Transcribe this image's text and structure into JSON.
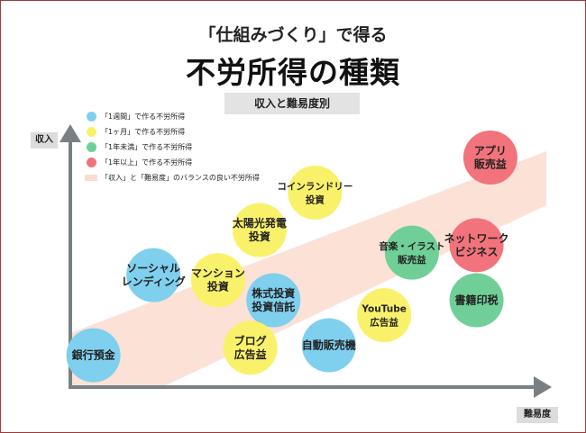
{
  "header": {
    "kicker": "「仕組みづくり」で得る",
    "title": "不労所得の種類",
    "subtitle": "収入と難易度別"
  },
  "axes": {
    "y_label": "収入",
    "x_label": "難易度"
  },
  "legend": [
    {
      "key": "1w",
      "text": "「1週間」で作る不労所得",
      "color": "#7fcfee"
    },
    {
      "key": "1m",
      "text": "「1ヶ月」で作る不労所得",
      "color": "#faf16a"
    },
    {
      "key": "lt1y",
      "text": "「1年未満」で作る不労所得",
      "color": "#6fcf97"
    },
    {
      "key": "ge1y",
      "text": "「1年以上」で作る不労所得",
      "color": "#f2737b"
    },
    {
      "key": "band",
      "text": "「収入」と「難易度」のバランスの良い不労所得",
      "color": "#fbdcd0"
    }
  ],
  "chart_data": {
    "type": "scatter",
    "title": "不労所得の種類",
    "xlabel": "難易度",
    "ylabel": "収入",
    "xlim": [
      0,
      100
    ],
    "ylim": [
      0,
      100
    ],
    "grid": false,
    "legend_position": "top-left",
    "band": {
      "label": "「収入」と「難易度」のバランスの良い不労所得",
      "color": "#fbdcd0"
    },
    "points": [
      {
        "label": "銀行預金",
        "lines": [
          "銀行預金"
        ],
        "x": 5,
        "y": 12,
        "group": "1w"
      },
      {
        "label": "ソーシャルレンディング",
        "lines": [
          "ソーシャル",
          "レンディング"
        ],
        "x": 18,
        "y": 44,
        "group": "1w"
      },
      {
        "label": "マンション投資",
        "lines": [
          "マンション",
          "投資"
        ],
        "x": 32,
        "y": 42,
        "group": "1m"
      },
      {
        "label": "株式投資 投資信託",
        "lines": [
          "株式投資",
          "投資信託"
        ],
        "x": 44,
        "y": 34,
        "group": "1w"
      },
      {
        "label": "ブログ広告益",
        "lines": [
          "ブログ",
          "広告益"
        ],
        "x": 39,
        "y": 15,
        "group": "1m"
      },
      {
        "label": "太陽光発電投資",
        "lines": [
          "太陽光発電",
          "投資"
        ],
        "x": 41,
        "y": 62,
        "group": "1m"
      },
      {
        "label": "コインランドリー投資",
        "lines": [
          "コインランドリー",
          "投資"
        ],
        "x": 53,
        "y": 77,
        "group": "1m"
      },
      {
        "label": "自動販売機",
        "lines": [
          "自動販売機"
        ],
        "x": 56,
        "y": 16,
        "group": "1w"
      },
      {
        "label": "YouTube広告益",
        "lines": [
          "YouTube",
          "広告益"
        ],
        "x": 68,
        "y": 28,
        "group": "1m"
      },
      {
        "label": "音楽・イラスト販売益",
        "lines": [
          "音楽・イラスト",
          "販売益"
        ],
        "x": 74,
        "y": 53,
        "group": "lt1y"
      },
      {
        "label": "ネットワークビジネス",
        "lines": [
          "ネットワーク",
          "ビジネス"
        ],
        "x": 88,
        "y": 56,
        "group": "ge1y"
      },
      {
        "label": "書籍印税",
        "lines": [
          "書籍印税"
        ],
        "x": 88,
        "y": 34,
        "group": "lt1y"
      },
      {
        "label": "アプリ販売益",
        "lines": [
          "アプリ",
          "販売益"
        ],
        "x": 91,
        "y": 91,
        "group": "ge1y"
      }
    ]
  }
}
